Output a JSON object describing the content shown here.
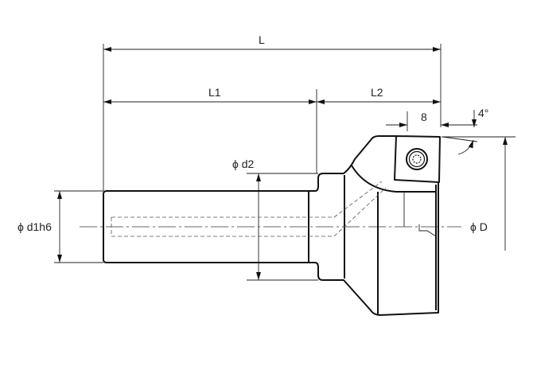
{
  "drawing": {
    "dimensions": {
      "L": "L",
      "L1": "L1",
      "L2": "L2",
      "insert_width": "8",
      "angle": "4°",
      "d2": "ϕ d2",
      "d1": "ϕ d1h6",
      "D": "ϕ D"
    }
  }
}
